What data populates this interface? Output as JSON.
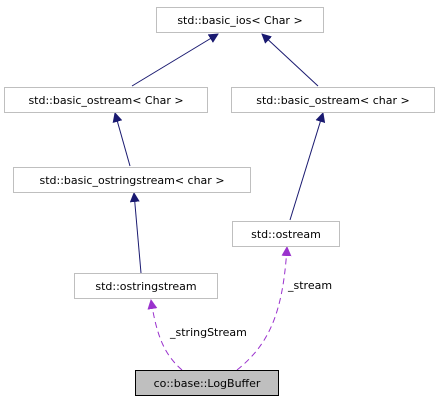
{
  "nodes": {
    "basic_ios_char": "std::basic_ios< Char >",
    "basic_ostream_char_T": "std::basic_ostream< Char >",
    "basic_ostream_char": "std::basic_ostream< char >",
    "basic_ostringstream_char": "std::basic_ostringstream< char >",
    "ostream": "std::ostream",
    "ostringstream": "std::ostringstream",
    "logbuffer": "co::base::LogBuffer"
  },
  "edge_labels": {
    "stream": "_stream",
    "string_stream": "_stringStream"
  },
  "colors": {
    "inheritance": "#191970",
    "member": "#9a32cd",
    "node_border": "#bfbfbf",
    "focus_fill": "#bfbfbf"
  }
}
